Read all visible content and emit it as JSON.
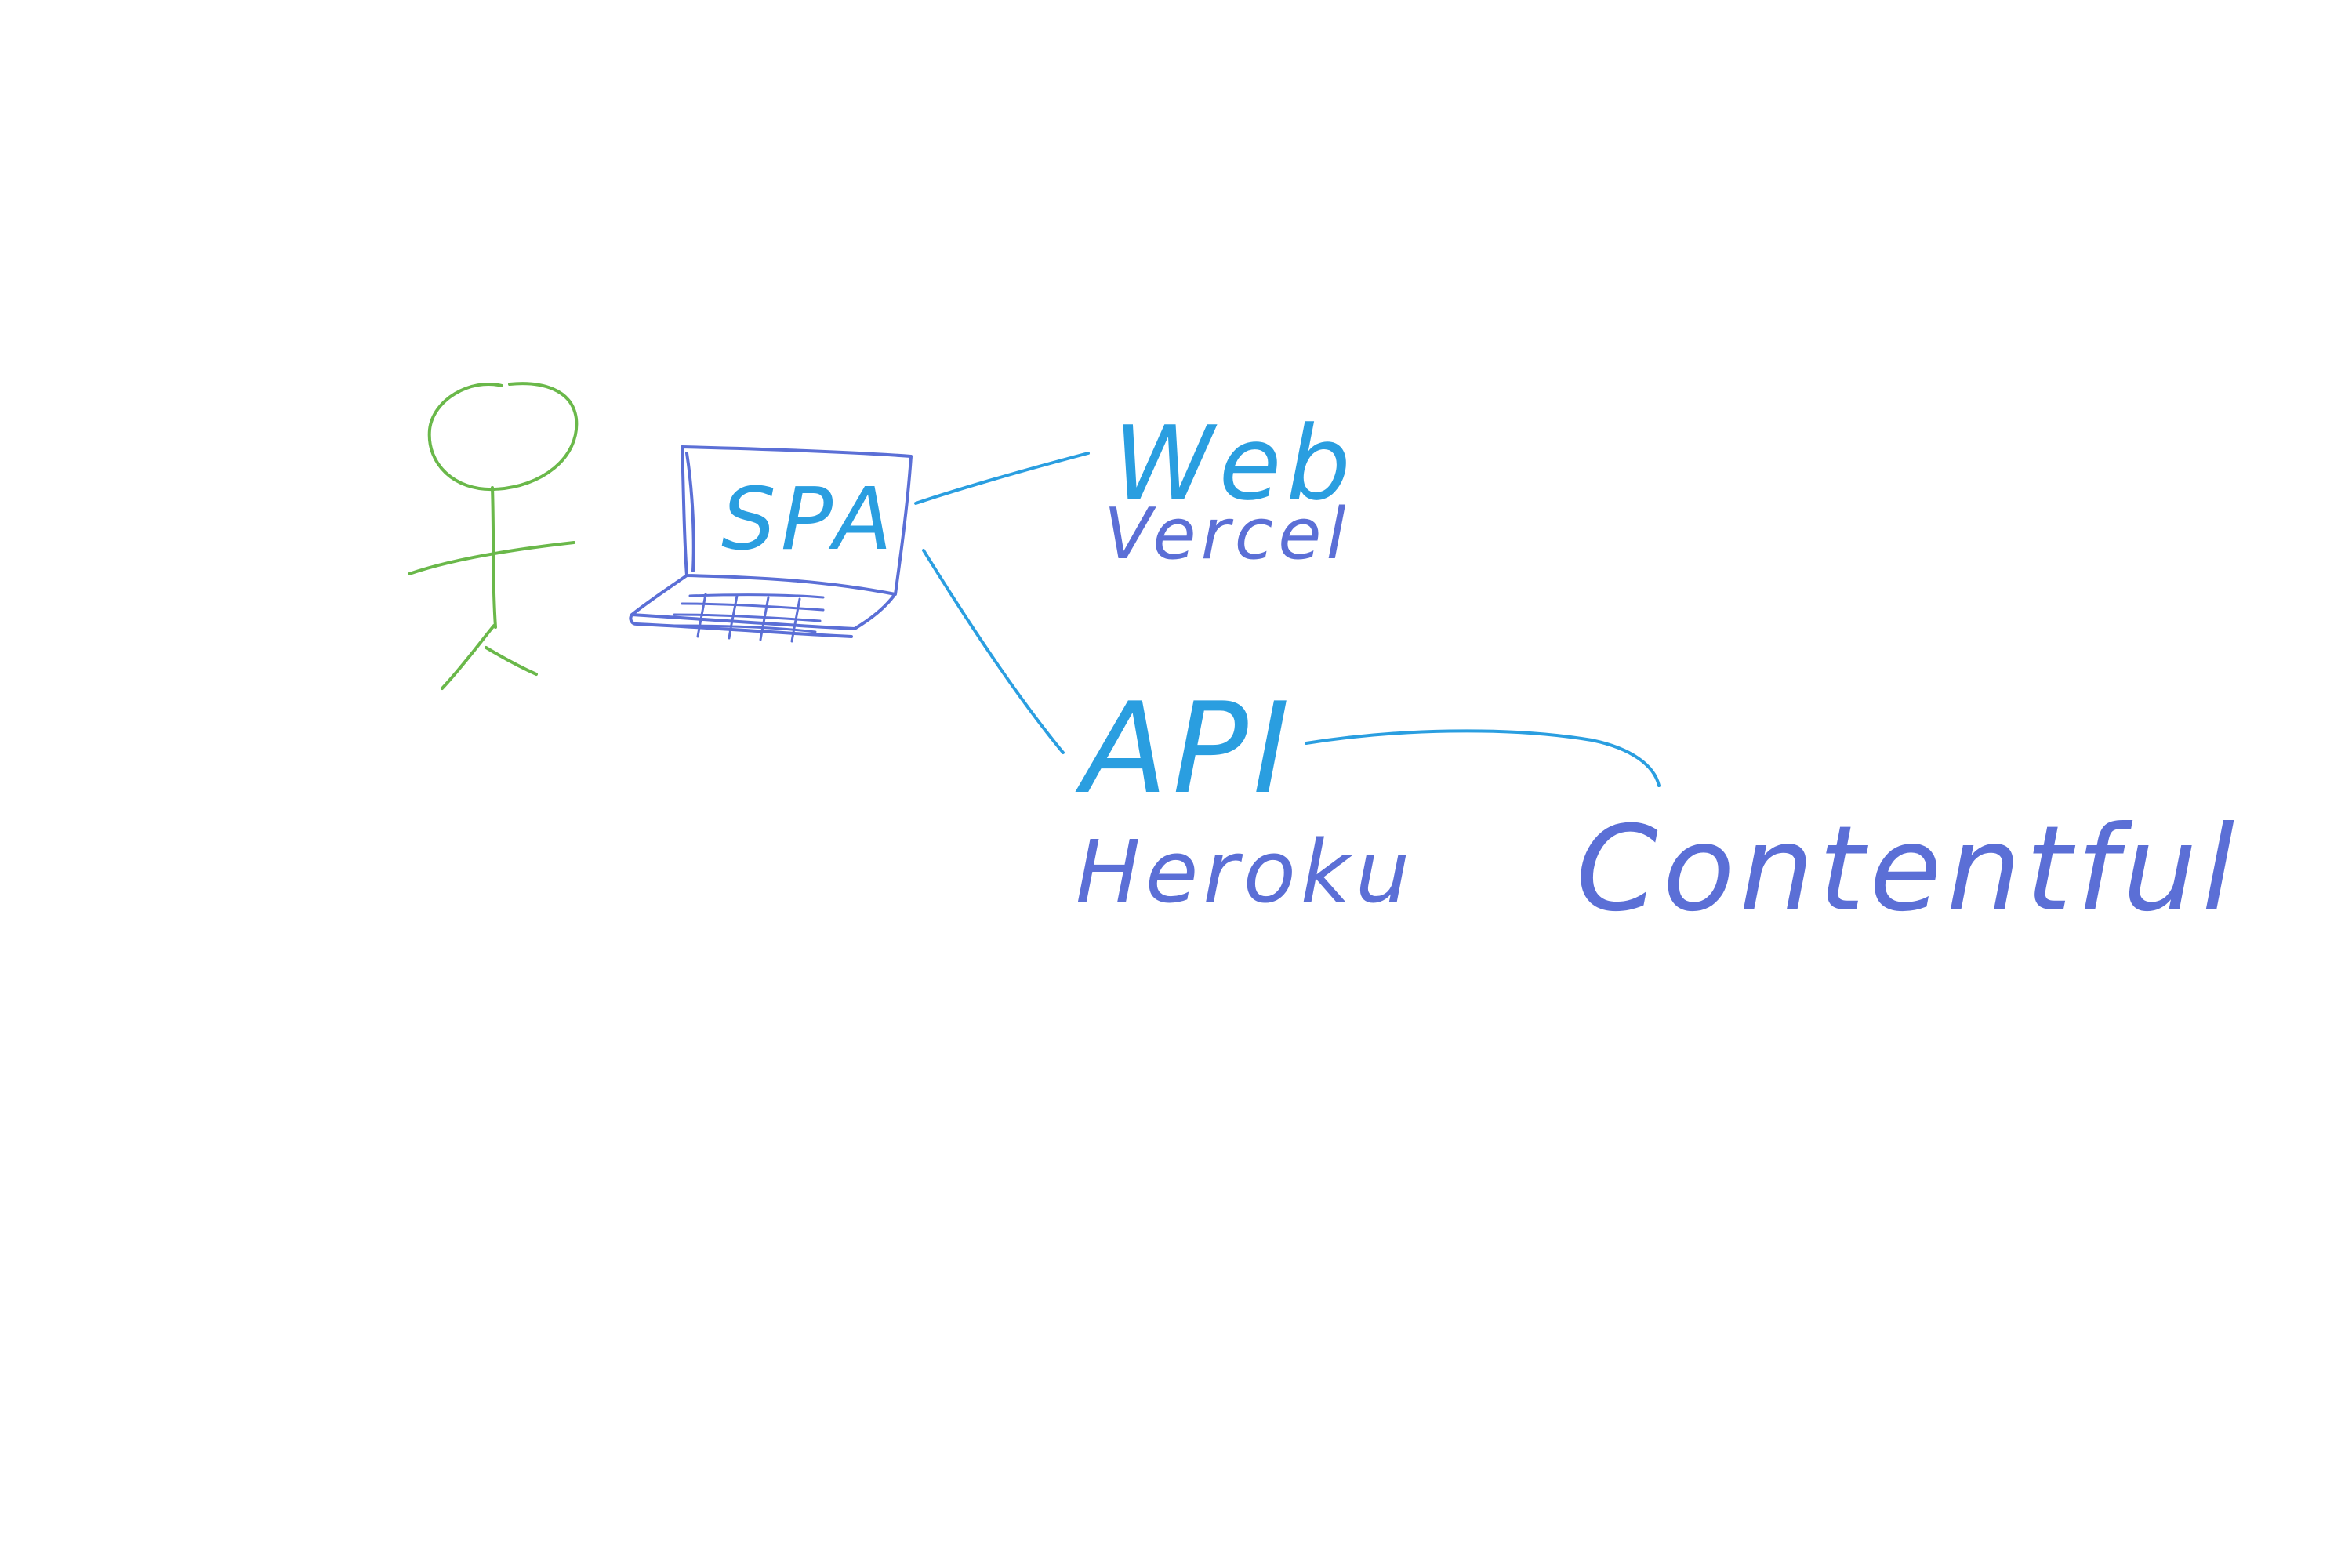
{
  "colors": {
    "background": "#ffffff",
    "person": "#6ab84a",
    "device": "#5b6fd6",
    "link": "#2a9ee0",
    "service": "#5b6fd6"
  },
  "nodes": {
    "client": {
      "label": "SPA"
    },
    "web": {
      "label": "Web",
      "host": "Vercel"
    },
    "api": {
      "label": "API",
      "host": "Heroku"
    },
    "cms": {
      "label": "Contentful"
    }
  }
}
